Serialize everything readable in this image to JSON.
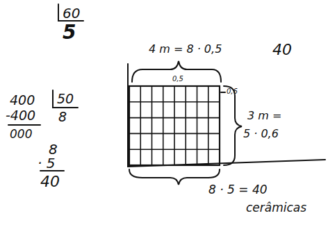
{
  "diagram": {
    "labels": [
      "60",
      "5",
      "400",
      "50",
      "-400",
      "8",
      "000",
      "8",
      "· 5",
      "40",
      "4 m = 8 · 0,5",
      "40",
      "0,5",
      "0,6",
      "3 m =",
      "5 · 0,6",
      "8 · 5 = 40",
      "cerâmicas"
    ]
  }
}
